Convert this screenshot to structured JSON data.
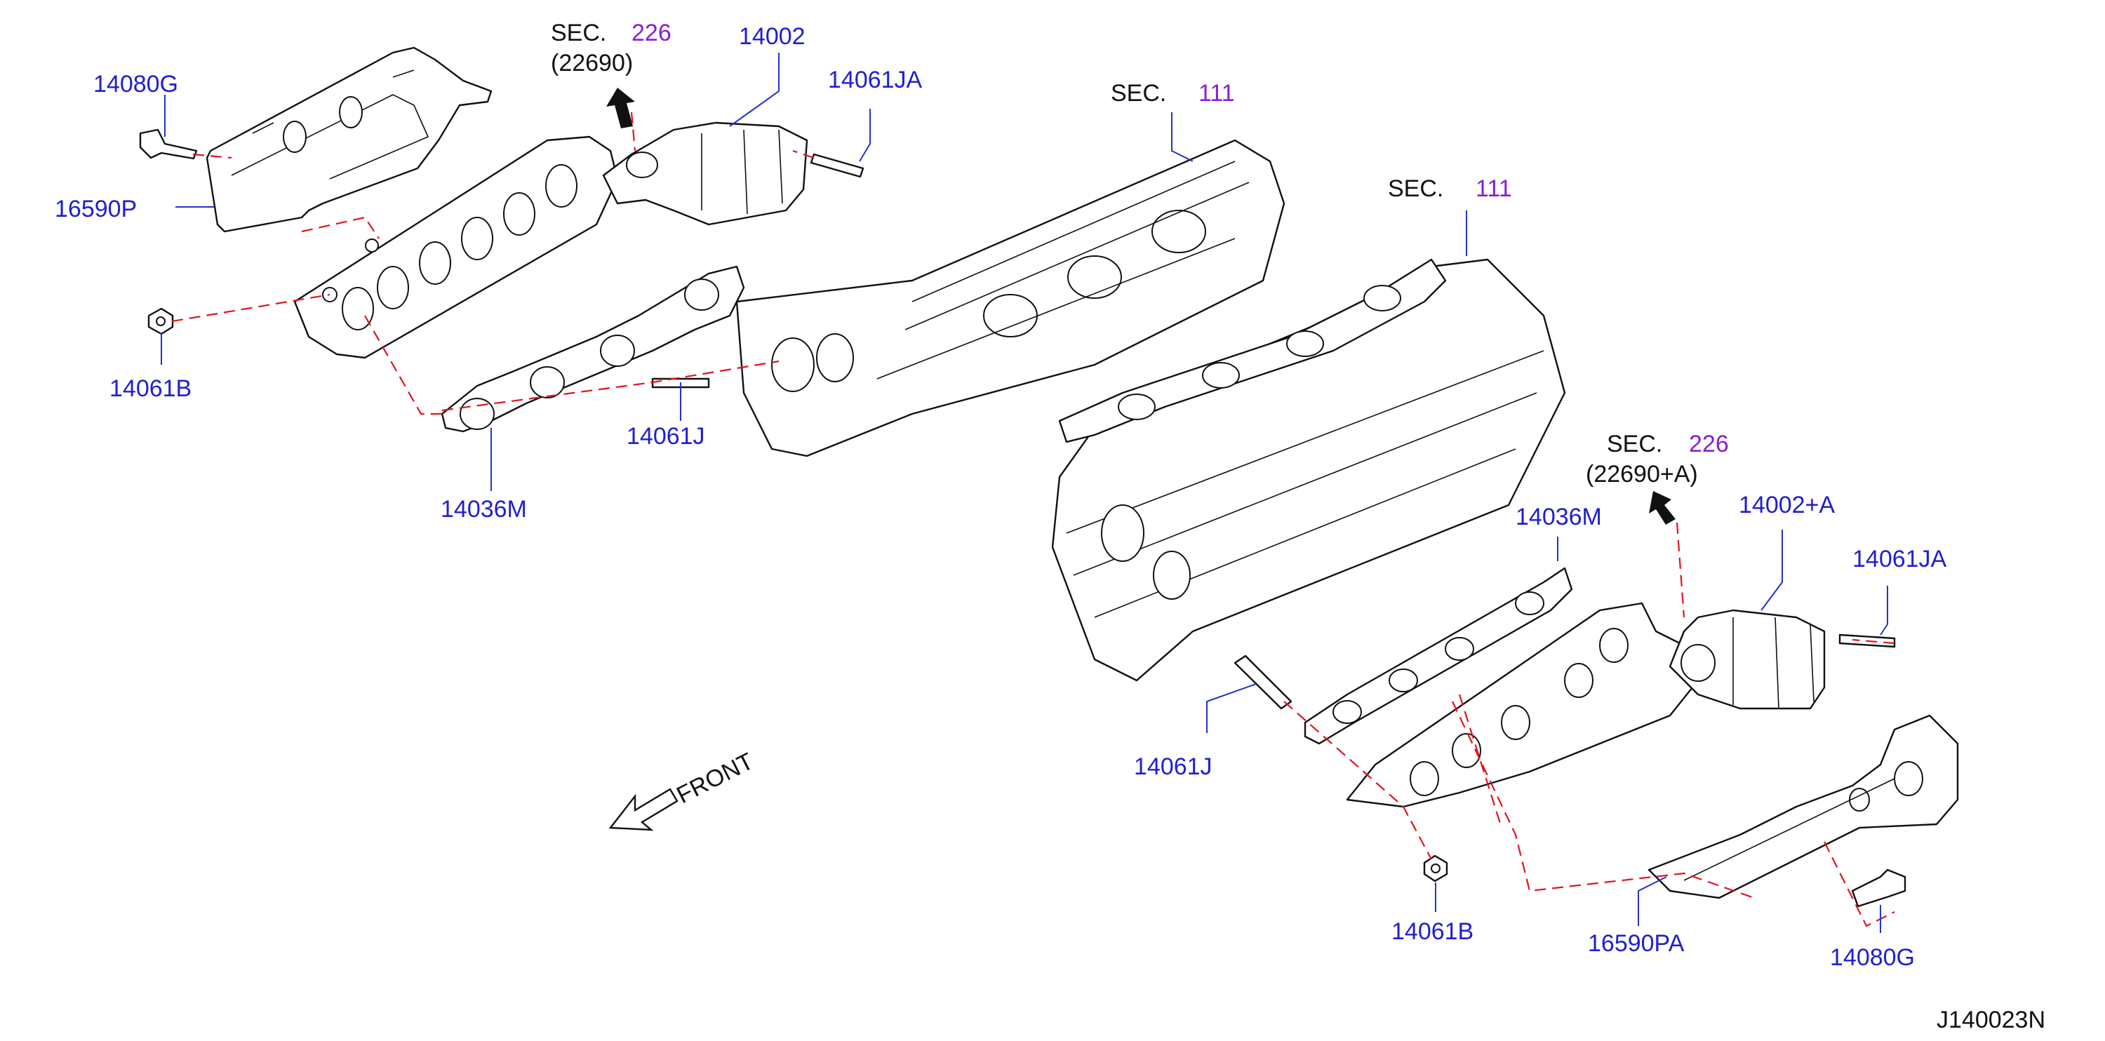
{
  "labels": {
    "l_14080G_left": "14080G",
    "l_16590P": "16590P",
    "l_14061B_left": "14061B",
    "l_14036M": "14036M",
    "l_14061J_top": "14061J",
    "l_14002": "14002",
    "l_14061JA_top": "14061JA",
    "l_14002A": "14002+A",
    "l_14061JA_right": "14061JA",
    "l_14036M_right": "14036M",
    "l_14061J_right": "14061J",
    "l_14061B_right": "14061B",
    "l_16590PA": "16590PA",
    "l_14080G_right": "14080G"
  },
  "sections": {
    "sec_226_top": {
      "prefix": "SEC.",
      "number": "226",
      "ref": "(22690)"
    },
    "sec_111_a": {
      "prefix": "SEC.",
      "number": "111"
    },
    "sec_111_b": {
      "prefix": "SEC.",
      "number": "111"
    },
    "sec_226_right": {
      "prefix": "SEC.",
      "number": "226",
      "ref": "(22690+A)"
    }
  },
  "front_label": "FRONT",
  "diagram_code": "J140023N",
  "colors": {
    "part_number": "#1f1fd0",
    "section_number": "#8a1fd0",
    "dashed_line": "#e0141e",
    "outline": "#111111"
  }
}
